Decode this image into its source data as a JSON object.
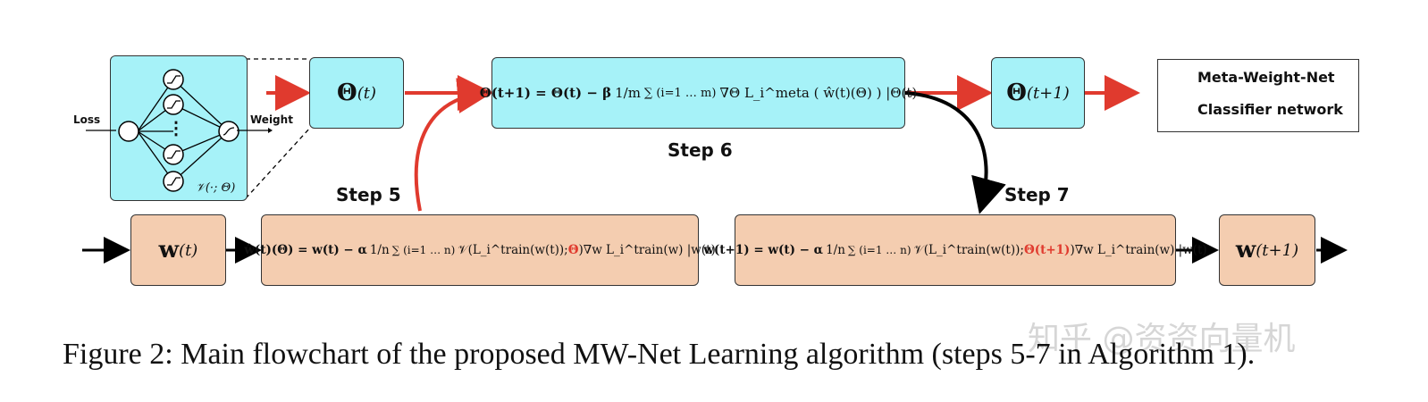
{
  "network": {
    "input_label": "Loss",
    "output_label": "Weight",
    "function_label": "𝒱(·; Θ)",
    "ellipsis": "⋮"
  },
  "boxes": {
    "theta_t": "Θ",
    "theta_t_sup": "(t)",
    "theta_t1": "Θ",
    "theta_t1_sup": "(t+1)",
    "w_t": "w",
    "w_t_sup": "(t)",
    "w_t1": "w",
    "w_t1_sup": "(t+1)"
  },
  "equations": {
    "step6_lhs": "Θ(t+1) = Θ(t) − β",
    "step6_frac": "1/m",
    "step6_sum": "∑ (i=1 … m)",
    "step6_rhs": "∇Θ L_i^meta ( ŵ(t)(Θ) ) |Θ(t)",
    "step5_lhs": "ŵ(t)(Θ) = w(t) − α",
    "step5_frac": "1/n",
    "step5_sum": "∑ (i=1 … n)",
    "step5_mid": "𝒱(L_i^train(w(t)); ",
    "step5_red": "Θ",
    "step5_rhs": ")∇w L_i^train(w) |w(t)",
    "step7_lhs": "w(t+1) = w(t) − α",
    "step7_frac": "1/n",
    "step7_sum": "∑ (i=1 … n)",
    "step7_mid": "𝒱(L_i^train(w(t)); ",
    "step7_red": "Θ(t+1)",
    "step7_rhs": ")∇w L_i^train(w) |w(t)"
  },
  "steps": {
    "step5": "Step 5",
    "step6": "Step 6",
    "step7": "Step 7"
  },
  "legend": {
    "meta": "Meta-Weight-Net",
    "classifier": "Classifier network"
  },
  "colors": {
    "meta_arrow": "#e03a2e",
    "classifier_arrow": "#000000",
    "cyan_box": "#a6f2f8",
    "peach_box": "#f4cdb0"
  },
  "caption": "Figure 2: Main flowchart of the proposed MW-Net Learning algorithm (steps 5-7 in Algorithm 1).",
  "watermark": "知乎 @资资向量机"
}
